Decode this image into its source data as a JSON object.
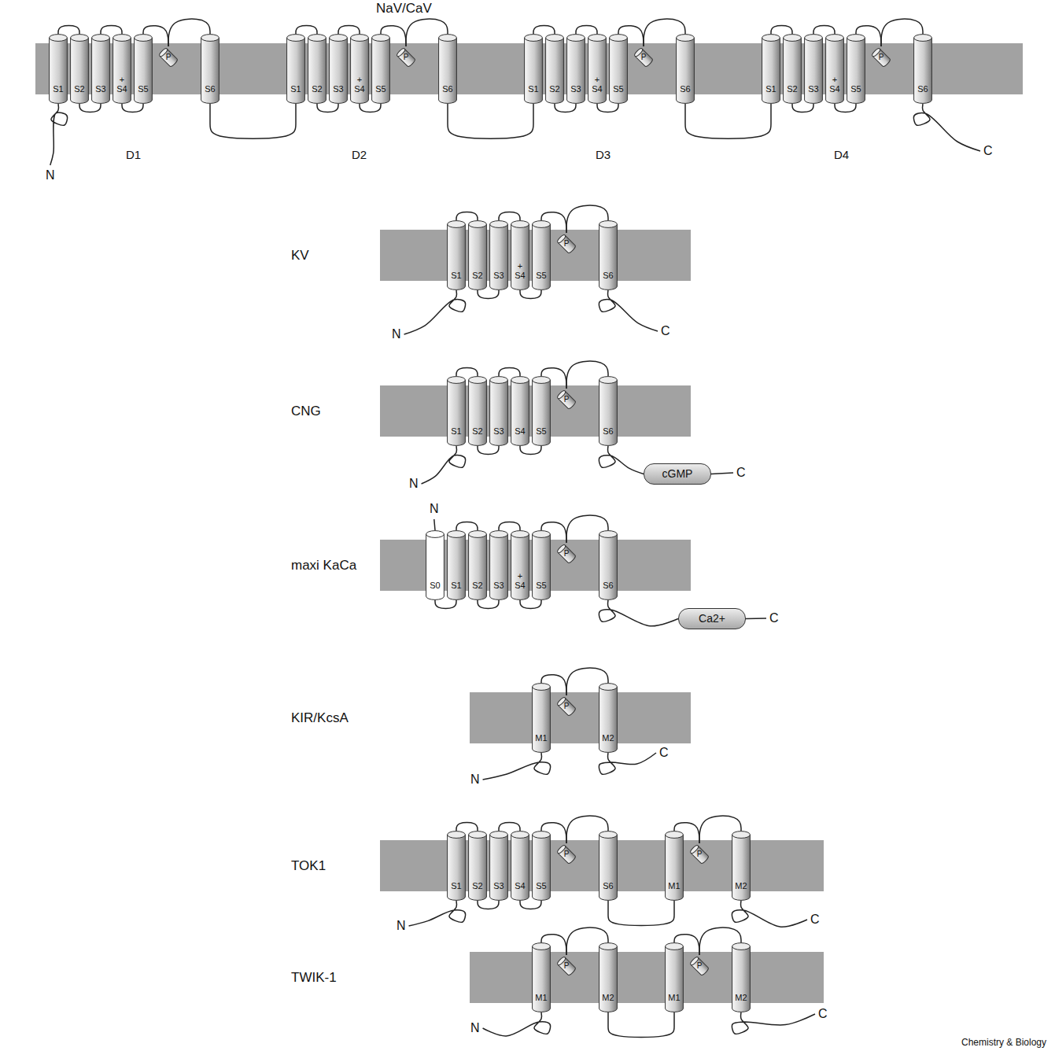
{
  "diagram": {
    "nodes": [
      {
        "text": [
          "NaV/CaV"
        ]
      },
      {
        "text": [
          "S1"
        ],
        "in": 0
      },
      {
        "text": [
          "S2"
        ],
        "in": 0
      },
      {
        "text": [
          "S3"
        ],
        "in": 0
      },
      {
        "text": [
          "+",
          "S4"
        ],
        "in": 0
      },
      {
        "text": [
          "S5"
        ],
        "in": 0
      },
      {
        "text": [
          "P"
        ],
        "in": 0
      },
      {
        "text": [
          "S6"
        ],
        "in": 0
      },
      {
        "text": [
          "S1"
        ],
        "in": 0
      },
      {
        "text": [
          "S2"
        ],
        "in": 0
      },
      {
        "text": [
          "S3"
        ],
        "in": 0
      },
      {
        "text": [
          "+",
          "S4"
        ],
        "in": 0
      },
      {
        "text": [
          "S5"
        ],
        "in": 0
      },
      {
        "text": [
          "P"
        ],
        "in": 0
      },
      {
        "text": [
          "S6"
        ],
        "in": 0
      },
      {
        "text": [
          "S1"
        ],
        "in": 0
      },
      {
        "text": [
          "S2"
        ],
        "in": 0
      },
      {
        "text": [
          "S3"
        ],
        "in": 0
      },
      {
        "text": [
          "+",
          "S4"
        ],
        "in": 0
      },
      {
        "text": [
          "S5"
        ],
        "in": 0
      },
      {
        "text": [
          "P"
        ],
        "in": 0
      },
      {
        "text": [
          "S6"
        ],
        "in": 0
      },
      {
        "text": [
          "S1"
        ],
        "in": 0
      },
      {
        "text": [
          "S2"
        ],
        "in": 0
      },
      {
        "text": [
          "S3"
        ],
        "in": 0
      },
      {
        "text": [
          "+",
          "S4"
        ],
        "in": 0
      },
      {
        "text": [
          "S5"
        ],
        "in": 0
      },
      {
        "text": [
          "P"
        ],
        "in": 0
      },
      {
        "text": [
          "S6"
        ],
        "in": 0
      },
      {
        "text": [
          "KV"
        ]
      },
      {
        "text": [
          "S1"
        ],
        "in": 29
      },
      {
        "text": [
          "S2"
        ],
        "in": 29
      },
      {
        "text": [
          "S3"
        ],
        "in": 29
      },
      {
        "text": [
          "+",
          "S4"
        ],
        "in": 29
      },
      {
        "text": [
          "S5"
        ],
        "in": 29
      },
      {
        "text": [
          "P"
        ],
        "in": 29
      },
      {
        "text": [
          "S6"
        ],
        "in": 29
      },
      {
        "text": [
          "CNG"
        ]
      },
      {
        "text": [
          "S1"
        ],
        "in": 37
      },
      {
        "text": [
          "S2"
        ],
        "in": 37
      },
      {
        "text": [
          "S3"
        ],
        "in": 37
      },
      {
        "text": [
          "S4"
        ],
        "in": 37
      },
      {
        "text": [
          "S5"
        ],
        "in": 37
      },
      {
        "text": [
          "P"
        ],
        "in": 37
      },
      {
        "text": [
          "S6"
        ],
        "in": 37
      },
      {
        "text": [
          "cGMP"
        ]
      },
      {
        "text": [
          "maxi KaCa"
        ]
      },
      {
        "text": [
          "S0"
        ],
        "in": 46
      },
      {
        "text": [
          "S1"
        ],
        "in": 46
      },
      {
        "text": [
          "S2"
        ],
        "in": 46
      },
      {
        "text": [
          "S3"
        ],
        "in": 46
      },
      {
        "text": [
          "+",
          "S4"
        ],
        "in": 46
      },
      {
        "text": [
          "S5"
        ],
        "in": 46
      },
      {
        "text": [
          "P"
        ],
        "in": 46
      },
      {
        "text": [
          "S6"
        ],
        "in": 46
      },
      {
        "text": [
          "Ca2+"
        ]
      },
      {
        "text": [
          "KIR/KcsA"
        ]
      },
      {
        "text": [
          "M1"
        ],
        "in": 56
      },
      {
        "text": [
          "P"
        ],
        "in": 56
      },
      {
        "text": [
          "M2"
        ],
        "in": 56
      },
      {
        "text": [
          "TOK1"
        ]
      },
      {
        "text": [
          "S1"
        ],
        "in": 60
      },
      {
        "text": [
          "S2"
        ],
        "in": 60
      },
      {
        "text": [
          "S3"
        ],
        "in": 60
      },
      {
        "text": [
          "S4"
        ],
        "in": 60
      },
      {
        "text": [
          "S5"
        ],
        "in": 60
      },
      {
        "text": [
          "P"
        ],
        "in": 60
      },
      {
        "text": [
          "S6"
        ],
        "in": 60
      },
      {
        "text": [
          "M1"
        ],
        "in": 60
      },
      {
        "text": [
          "P"
        ],
        "in": 60
      },
      {
        "text": [
          "M2"
        ],
        "in": 60
      },
      {
        "text": [
          "TWIK-1"
        ]
      },
      {
        "text": [
          "M1"
        ],
        "in": 71
      },
      {
        "text": [
          "P"
        ],
        "in": 71
      },
      {
        "text": [
          "M2"
        ],
        "in": 71
      },
      {
        "text": [
          "M1"
        ],
        "in": 71
      },
      {
        "text": [
          "P"
        ],
        "in": 71
      },
      {
        "text": [
          "M2"
        ],
        "in": 71
      }
    ],
    "edges": [
      {
        "from": 1,
        "to": 2,
        "arrow": "none"
      },
      {
        "from": 2,
        "to": 3,
        "arrow": "none"
      },
      {
        "from": 3,
        "to": 4,
        "arrow": "none"
      },
      {
        "from": 4,
        "to": 5,
        "arrow": "none"
      },
      {
        "from": 5,
        "to": 6,
        "arrow": "none"
      },
      {
        "from": 6,
        "to": 7,
        "arrow": "none"
      },
      {
        "from": 7,
        "to": 8,
        "arrow": "none"
      },
      {
        "from": 8,
        "to": 9,
        "arrow": "none"
      },
      {
        "from": 9,
        "to": 10,
        "arrow": "none"
      },
      {
        "from": 10,
        "to": 11,
        "arrow": "none"
      },
      {
        "from": 11,
        "to": 12,
        "arrow": "none"
      },
      {
        "from": 12,
        "to": 13,
        "arrow": "none"
      },
      {
        "from": 13,
        "to": 14,
        "arrow": "none"
      },
      {
        "from": 14,
        "to": 15,
        "arrow": "none"
      },
      {
        "from": 15,
        "to": 16,
        "arrow": "none"
      },
      {
        "from": 16,
        "to": 17,
        "arrow": "none"
      },
      {
        "from": 17,
        "to": 18,
        "arrow": "none"
      },
      {
        "from": 18,
        "to": 19,
        "arrow": "none"
      },
      {
        "from": 19,
        "to": 20,
        "arrow": "none"
      },
      {
        "from": 20,
        "to": 21,
        "arrow": "none"
      },
      {
        "from": 21,
        "to": 22,
        "arrow": "none"
      },
      {
        "from": 22,
        "to": 23,
        "arrow": "none"
      },
      {
        "from": 23,
        "to": 24,
        "arrow": "none"
      },
      {
        "from": 24,
        "to": 25,
        "arrow": "none"
      },
      {
        "from": 25,
        "to": 26,
        "arrow": "none"
      },
      {
        "from": 26,
        "to": 27,
        "arrow": "none"
      },
      {
        "from": 27,
        "to": 28,
        "arrow": "none"
      },
      {
        "from": 30,
        "to": 31,
        "arrow": "none"
      },
      {
        "from": 31,
        "to": 32,
        "arrow": "none"
      },
      {
        "from": 32,
        "to": 33,
        "arrow": "none"
      },
      {
        "from": 33,
        "to": 34,
        "arrow": "none"
      },
      {
        "from": 34,
        "to": 35,
        "arrow": "none"
      },
      {
        "from": 35,
        "to": 36,
        "arrow": "none"
      },
      {
        "from": 38,
        "to": 39,
        "arrow": "none"
      },
      {
        "from": 39,
        "to": 40,
        "arrow": "none"
      },
      {
        "from": 40,
        "to": 41,
        "arrow": "none"
      },
      {
        "from": 41,
        "to": 42,
        "arrow": "none"
      },
      {
        "from": 42,
        "to": 43,
        "arrow": "none"
      },
      {
        "from": 43,
        "to": 44,
        "arrow": "none"
      },
      {
        "from": 44,
        "to": 45,
        "arrow": "none"
      },
      {
        "from": 47,
        "to": 48,
        "arrow": "none"
      },
      {
        "from": 48,
        "to": 49,
        "arrow": "none"
      },
      {
        "from": 49,
        "to": 50,
        "arrow": "none"
      },
      {
        "from": 50,
        "to": 51,
        "arrow": "none"
      },
      {
        "from": 51,
        "to": 52,
        "arrow": "none"
      },
      {
        "from": 52,
        "to": 53,
        "arrow": "none"
      },
      {
        "from": 53,
        "to": 54,
        "arrow": "none"
      },
      {
        "from": 54,
        "to": 55,
        "arrow": "none"
      },
      {
        "from": 57,
        "to": 58,
        "arrow": "none"
      },
      {
        "from": 58,
        "to": 59,
        "arrow": "none"
      },
      {
        "from": 61,
        "to": 62,
        "arrow": "none"
      },
      {
        "from": 62,
        "to": 63,
        "arrow": "none"
      },
      {
        "from": 63,
        "to": 64,
        "arrow": "none"
      },
      {
        "from": 64,
        "to": 65,
        "arrow": "none"
      },
      {
        "from": 65,
        "to": 66,
        "arrow": "none"
      },
      {
        "from": 66,
        "to": 67,
        "arrow": "none"
      },
      {
        "from": 67,
        "to": 68,
        "arrow": "none"
      },
      {
        "from": 68,
        "to": 69,
        "arrow": "none"
      },
      {
        "from": 69,
        "to": 70,
        "arrow": "none"
      },
      {
        "from": 72,
        "to": 73,
        "arrow": "none"
      },
      {
        "from": 73,
        "to": 74,
        "arrow": "none"
      },
      {
        "from": 74,
        "to": 75,
        "arrow": "none"
      },
      {
        "from": 75,
        "to": 76,
        "arrow": "none"
      },
      {
        "from": 76,
        "to": 77,
        "arrow": "none"
      }
    ],
    "labels": [
      "N",
      "D1",
      "D2",
      "D3",
      "D4",
      "C",
      "N",
      "C",
      "N",
      "C",
      "N",
      "C",
      "N",
      "C",
      "N",
      "C",
      "N",
      "C",
      "Chemistry & Biology"
    ]
  }
}
